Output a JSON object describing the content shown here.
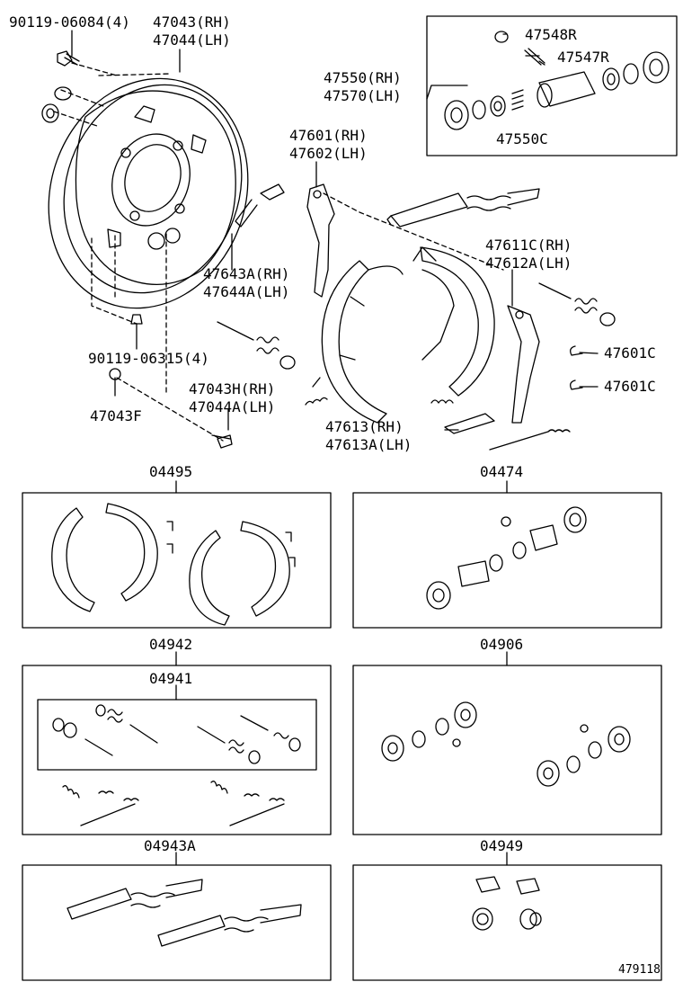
{
  "labels": {
    "bolt_top": "90119-06084(4)",
    "backing_rh": "47043(RH)",
    "backing_lh": "47044(LH)",
    "bleeder_cap": "47548R",
    "bleeder_plug": "47547R",
    "cyl_rh": "47550(RH)",
    "cyl_lh": "47570(LH)",
    "cyl_kit": "47550C",
    "lever_rh": "47601(RH)",
    "lever_lh": "47602(LH)",
    "strut_rh": "47643A(RH)",
    "strut_lh": "47644A(LH)",
    "adj_rh": "47611C(RH)",
    "adj_lh": "47612A(LH)",
    "bolt_mid": "90119-06315(4)",
    "clip_a": "47601C",
    "clip_b": "47601C",
    "plug": "47043F",
    "pin_rh": "47043H(RH)",
    "pin_lh": "47044A(LH)",
    "spring_rh": "47613(RH)",
    "spring_lh": "47613A(LH)",
    "kit_shoe": "04495",
    "kit_cyl_overhaul": "04474",
    "kit_hardware": "04942",
    "kit_hardware_inner": "04941",
    "kit_cyl": "04906",
    "kit_adjuster": "04943A",
    "kit_plug": "04949",
    "figure_no": "479118"
  }
}
